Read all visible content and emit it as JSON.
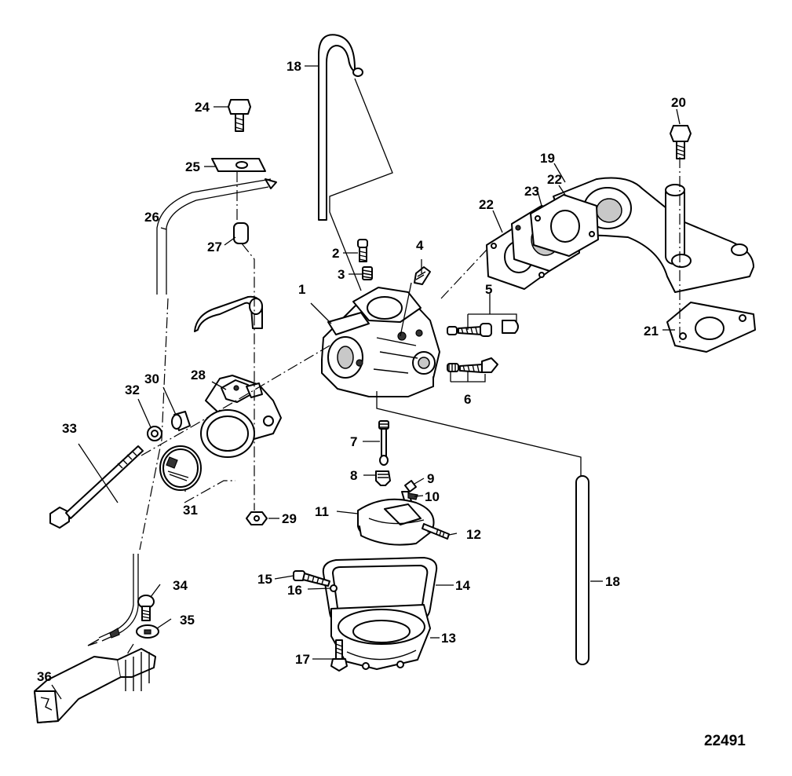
{
  "drawing_number": "22491",
  "callouts": {
    "c1": "1",
    "c2": "2",
    "c3": "3",
    "c4": "4",
    "c5": "5",
    "c6": "6",
    "c7": "7",
    "c8": "8",
    "c9": "9",
    "c10": "10",
    "c11": "11",
    "c12": "12",
    "c13": "13",
    "c14": "14",
    "c15": "15",
    "c16": "16",
    "c17": "17",
    "c18a": "18",
    "c18b": "18",
    "c19": "19",
    "c20": "20",
    "c21": "21",
    "c22a": "22",
    "c22b": "22",
    "c23": "23",
    "c24": "24",
    "c25": "25",
    "c26": "26",
    "c27": "27",
    "c28": "28",
    "c29": "29",
    "c30": "30",
    "c31": "31",
    "c32": "32",
    "c33": "33",
    "c34": "34",
    "c35": "35",
    "c36": "36"
  }
}
